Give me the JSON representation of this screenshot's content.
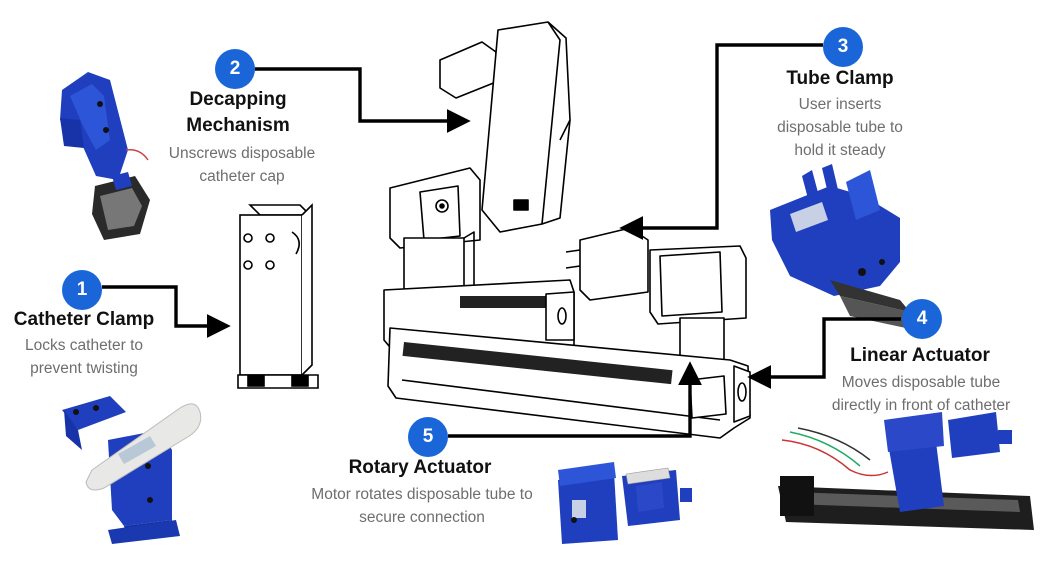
{
  "colors": {
    "badge": "#1a66d9",
    "arrow": "#000000",
    "part_blue": "#1f3fbf",
    "title_text": "#111111",
    "desc_text": "#6e6e6e"
  },
  "callouts": [
    {
      "number": "1",
      "title_lines": [
        "Catheter Clamp"
      ],
      "desc_lines": [
        "Locks catheter to",
        "prevent twisting"
      ]
    },
    {
      "number": "2",
      "title_lines": [
        "Decapping",
        "Mechanism"
      ],
      "desc_lines": [
        "Unscrews disposable",
        "catheter cap"
      ]
    },
    {
      "number": "3",
      "title_lines": [
        "Tube Clamp"
      ],
      "desc_lines": [
        "User inserts",
        "disposable tube to",
        "hold it steady"
      ]
    },
    {
      "number": "4",
      "title_lines": [
        "Linear Actuator"
      ],
      "desc_lines": [
        "Moves disposable tube",
        "directly in front of catheter"
      ]
    },
    {
      "number": "5",
      "title_lines": [
        "Rotary Actuator"
      ],
      "desc_lines": [
        "Motor rotates disposable tube to",
        "secure connection"
      ]
    }
  ],
  "icons": {
    "photo_catheter_clamp_top": "catheter-clamp-assembly-photo",
    "photo_catheter_clamp_bottom": "catheter-clamp-with-catheter-photo",
    "photo_tube_clamp": "tube-clamp-photo",
    "photo_linear_actuator": "linear-actuator-photo",
    "photo_rotary_actuator": "rotary-actuator-photo",
    "cad_assembly": "device-cad-line-drawing"
  }
}
